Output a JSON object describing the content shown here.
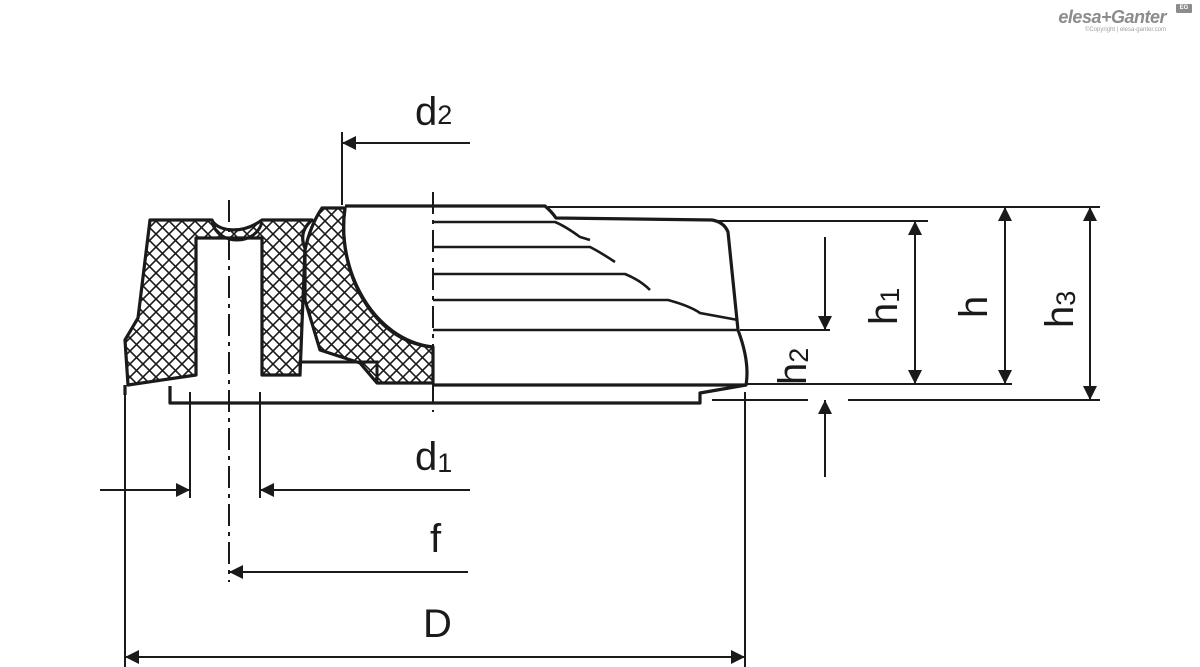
{
  "logo": {
    "brand": "elesa+Ganter",
    "copyright": "©Copyright | elesa-ganter.com",
    "badge": "EG"
  },
  "dimensions": {
    "d2": {
      "base": "d",
      "sub": "2"
    },
    "d1": {
      "base": "d",
      "sub": "1"
    },
    "f": {
      "base": "f"
    },
    "D": {
      "base": "D"
    },
    "h": {
      "base": "h"
    },
    "h1": {
      "base": "h",
      "sub": "1"
    },
    "h2": {
      "base": "h",
      "sub": "2"
    },
    "h3": {
      "base": "h",
      "sub": "3"
    }
  },
  "colors": {
    "line": "#1a1a1a",
    "background": "#ffffff",
    "logo": "#8c8c8c"
  }
}
